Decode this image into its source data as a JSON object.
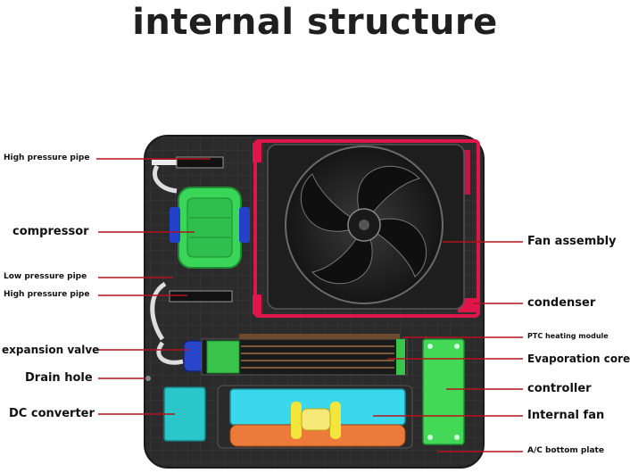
{
  "title": "internal structure",
  "labels": {
    "high_pressure_pipe_top": "High pressure pipe",
    "compressor": "compressor",
    "low_pressure_pipe": "Low pressure pipe",
    "high_pressure_pipe_bottom": "High pressure pipe",
    "expansion_valve": "expansion valve",
    "drain_hole": "Drain hole",
    "dc_converter": "DC converter",
    "fan_assembly": "Fan assembly",
    "condenser": "condenser",
    "ptc_heating_module": "PTC heating module",
    "evaporation_core": "Evaporation core",
    "controller": "controller",
    "internal_fan": "Internal fan",
    "ac_bottom_plate": "A/C bottom plate"
  },
  "colors": {
    "leader_line": "#b3121c",
    "housing": "#2c2c2c",
    "compressor": "#39d65a",
    "evaporator": "#39c44c",
    "controller": "#43d957",
    "fan_housing": "#3ad8ec",
    "blower": "#ec7a3a",
    "dc_converter": "#2bc6c9",
    "condenser_frame": "#e0154a"
  }
}
